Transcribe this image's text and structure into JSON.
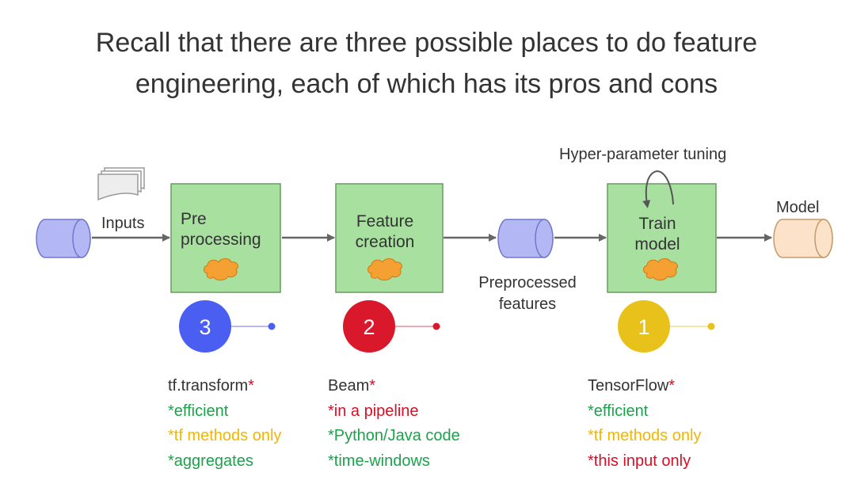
{
  "title": {
    "line1": "Recall that there are three possible places to do feature",
    "line2": "engineering, each of which has its pros and cons"
  },
  "diagram": {
    "inputs_label": "Inputs",
    "preprocessing_label": "Pre\nprocessing",
    "feature_creation_label": "Feature\ncreation",
    "preprocessed_features_label": "Preprocessed\nfeatures",
    "train_model_label": "Train\nmodel",
    "hyper_parameter_label": "Hyper-parameter tuning",
    "model_label": "Model",
    "badges": [
      {
        "number": "3",
        "color": "#4a5ef2"
      },
      {
        "number": "2",
        "color": "#d9182c"
      },
      {
        "number": "1",
        "color": "#e8c21a"
      }
    ],
    "colors": {
      "box_fill": "#a8e0a0",
      "box_stroke": "#6a9a62",
      "cylinder_fill": "#b3b8f5",
      "model_fill": "#fbe2c8",
      "cloud_fill": "#f5a033",
      "arrow": "#666666"
    }
  },
  "columns": [
    {
      "header": "tf.transform",
      "header_star": "*",
      "items": [
        {
          "text": "*efficient",
          "tone": "green"
        },
        {
          "text": "*tf methods only",
          "tone": "yellow"
        },
        {
          "text": "*aggregates",
          "tone": "green"
        }
      ]
    },
    {
      "header": "Beam",
      "header_star": "*",
      "items": [
        {
          "text": "*in a pipeline",
          "tone": "red"
        },
        {
          "text": "*Python/Java code",
          "tone": "green"
        },
        {
          "text": "*time-windows",
          "tone": "green"
        }
      ]
    },
    {
      "header": "TensorFlow",
      "header_star": "*",
      "items": [
        {
          "text": "*efficient",
          "tone": "green"
        },
        {
          "text": "*tf methods only",
          "tone": "yellow"
        },
        {
          "text": "*this input only",
          "tone": "red"
        }
      ]
    }
  ]
}
